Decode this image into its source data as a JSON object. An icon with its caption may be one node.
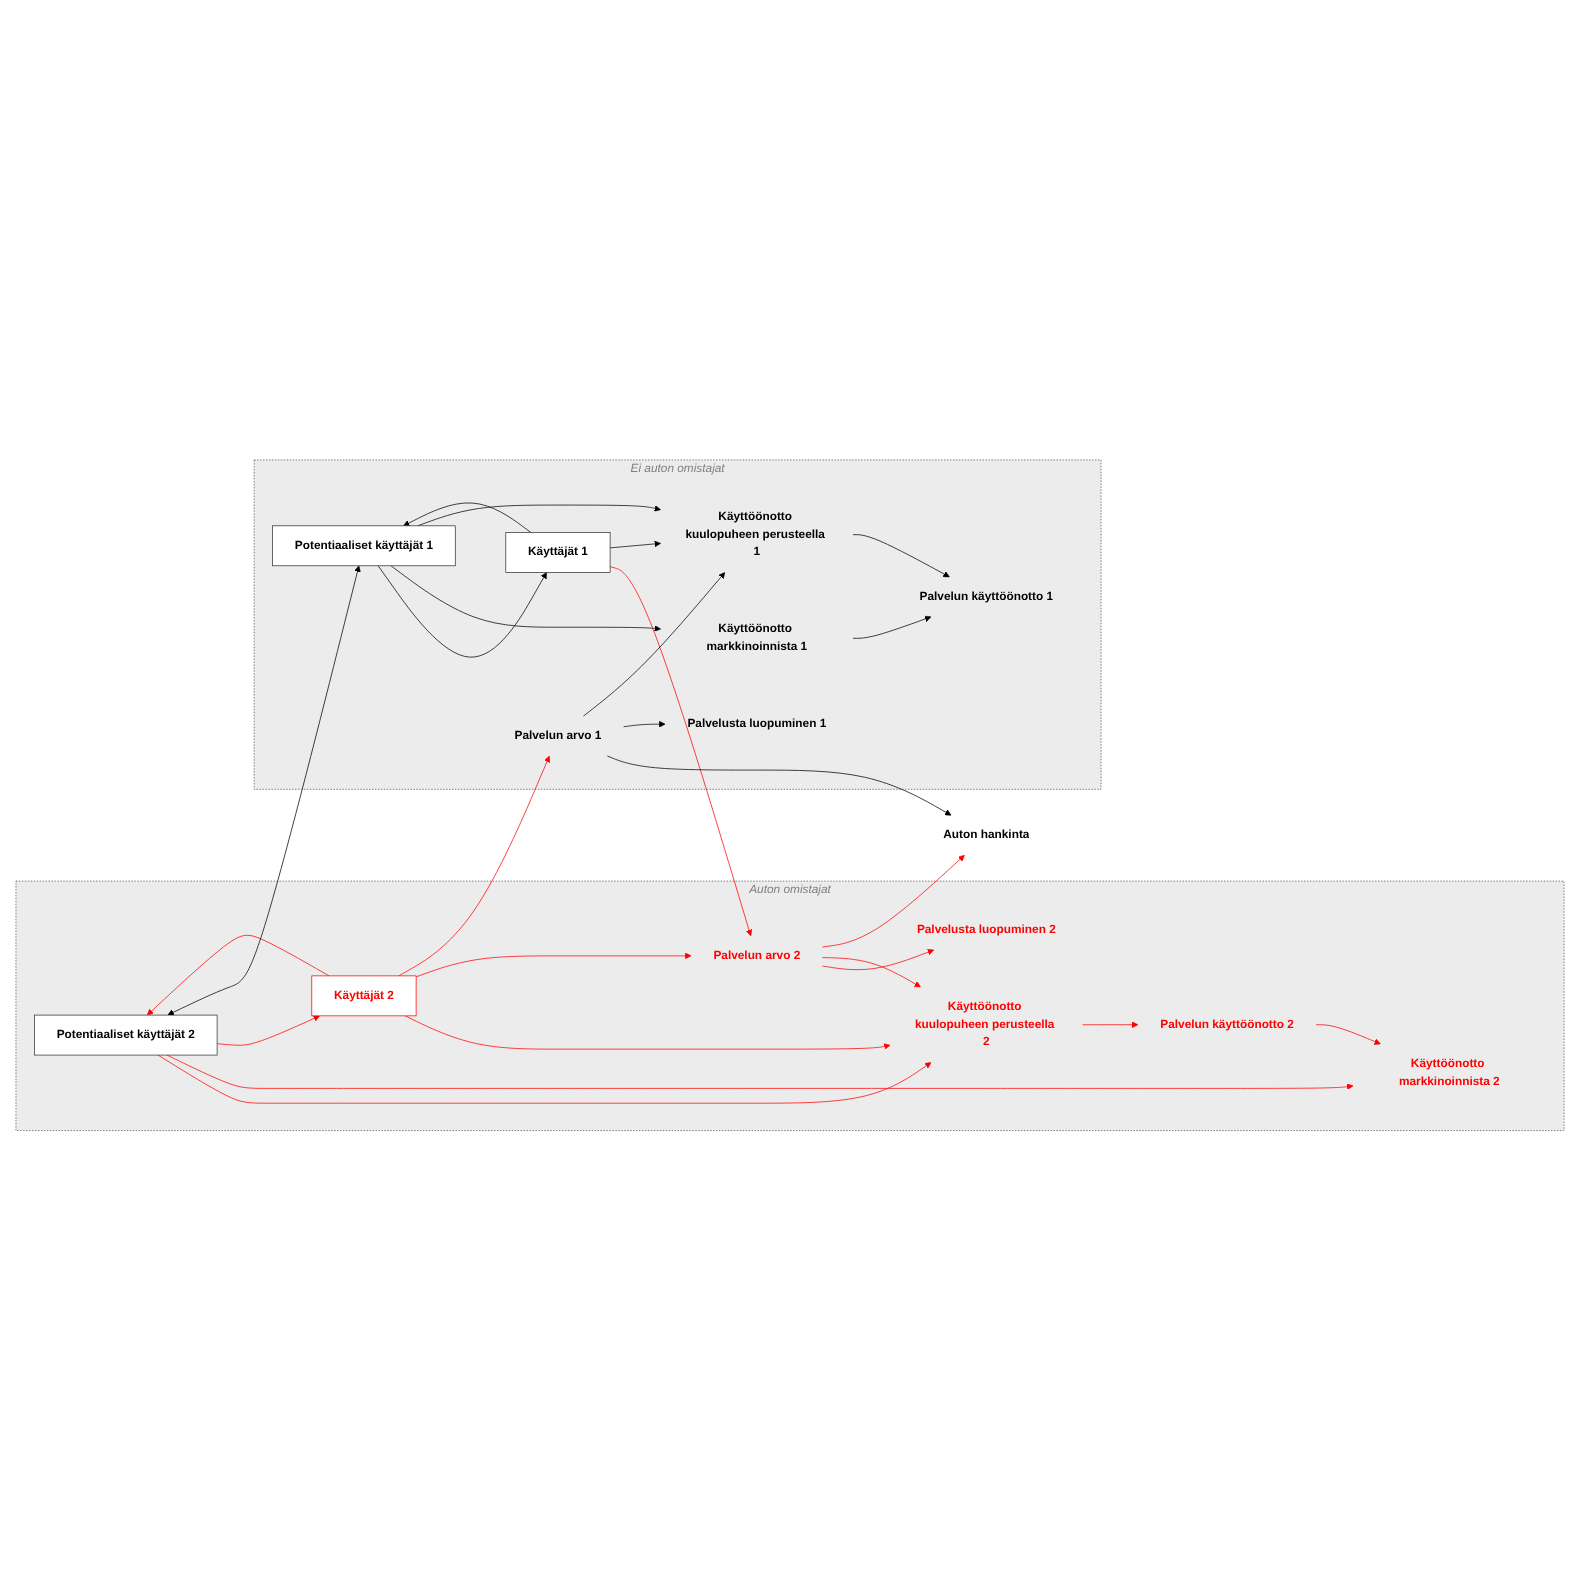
{
  "diagram": {
    "nodes": [
      {
        "text": [
          "Auton omistajat"
        ]
      },
      {
        "text": [
          "Potentiaaliset käyttäjät 2"
        ],
        "in": 0
      },
      {
        "text": [
          "Käyttäjät 2"
        ],
        "in": 0
      },
      {
        "text": [
          "Käyttöönotto markkinoinnista 2"
        ],
        "in": 0
      },
      {
        "text": [
          "Käyttöönotto kuulopuheen perusteella 2"
        ],
        "in": 0
      },
      {
        "text": [
          "Palvelun käyttöönotto 2"
        ],
        "in": 0
      },
      {
        "text": [
          "Palvelusta luopuminen 2"
        ],
        "in": 0
      },
      {
        "text": [
          "Palvelun arvo 2"
        ],
        "in": 0
      },
      {
        "text": [
          "Auton hankinta"
        ]
      },
      {
        "text": [
          "Ei auton omistajat"
        ]
      },
      {
        "text": [
          "Potentiaaliset käyttäjät 1"
        ],
        "in": 9
      },
      {
        "text": [
          "Käyttäjät 1"
        ],
        "in": 9
      },
      {
        "text": [
          "Palvelusta luopuminen 1"
        ],
        "in": 9
      },
      {
        "text": [
          "Palvelun käyttöönotto 1"
        ],
        "in": 9
      },
      {
        "text": [
          "Käyttöönotto markkinoinnista 1"
        ],
        "in": 9
      },
      {
        "text": [
          "Käyttöönotto kuulopuheen perusteella 1"
        ],
        "in": 9
      },
      {
        "text": [
          "Palvelun arvo 1"
        ],
        "in": 9
      }
    ],
    "edges": [
      {
        "from": 1,
        "to": 4,
        "arrow": "to"
      },
      {
        "from": 1,
        "to": 3,
        "arrow": "to"
      },
      {
        "from": 5,
        "to": 3,
        "arrow": "to"
      },
      {
        "from": 4,
        "to": 5,
        "arrow": "to"
      },
      {
        "from": 2,
        "to": 4,
        "arrow": "to"
      },
      {
        "from": 1,
        "to": 2,
        "arrow": "to"
      },
      {
        "from": 2,
        "to": 1,
        "arrow": "to"
      },
      {
        "from": 2,
        "to": 7,
        "arrow": "to"
      },
      {
        "from": 7,
        "to": 6,
        "arrow": "to"
      },
      {
        "from": 7,
        "to": 4,
        "arrow": "to"
      },
      {
        "from": 7,
        "to": 8,
        "arrow": "to"
      },
      {
        "from": 2,
        "to": 16,
        "arrow": "to"
      },
      {
        "from": 11,
        "to": 7,
        "arrow": "to"
      },
      {
        "from": 1,
        "to": 10,
        "arrow": "both",
        "color": "#000000"
      },
      {
        "from": 16,
        "to": 8,
        "arrow": "to",
        "color": "#000000"
      },
      {
        "from": 16,
        "to": 12,
        "arrow": "to",
        "color": "#000000"
      },
      {
        "from": 11,
        "to": 10,
        "arrow": "to",
        "color": "#000000"
      },
      {
        "from": 10,
        "to": 11,
        "arrow": "to",
        "color": "#000000"
      },
      {
        "from": 10,
        "to": 14,
        "arrow": "to",
        "color": "#000000"
      },
      {
        "from": 10,
        "to": 15,
        "arrow": "to",
        "color": "#000000"
      },
      {
        "from": 14,
        "to": 13,
        "arrow": "to",
        "color": "#000000"
      },
      {
        "from": 15,
        "to": 13,
        "arrow": "to",
        "color": "#000000"
      },
      {
        "from": 11,
        "to": 15,
        "arrow": "to",
        "color": "#000000"
      },
      {
        "from": 16,
        "to": 15,
        "arrow": "to",
        "color": "#000000"
      }
    ]
  }
}
